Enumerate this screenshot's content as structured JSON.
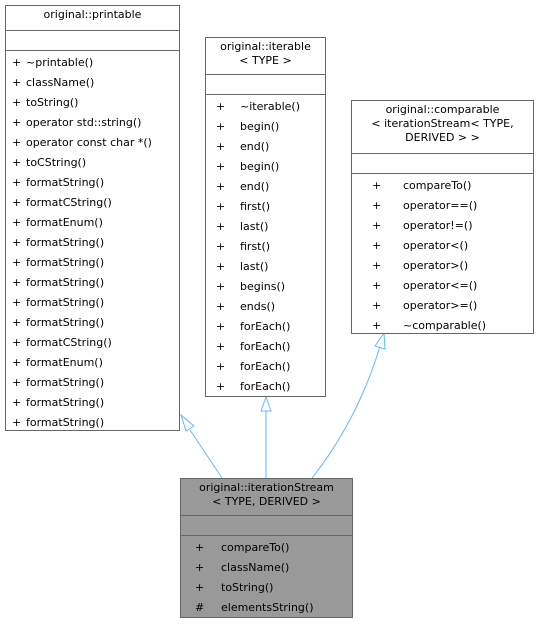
{
  "diagram": {
    "nodes": {
      "printable": {
        "title": [
          "original::printable"
        ],
        "operations": [
          {
            "vis": "+",
            "name": "~printable()"
          },
          {
            "vis": "+",
            "name": "className()"
          },
          {
            "vis": "+",
            "name": "toString()"
          },
          {
            "vis": "+",
            "name": "operator std::string()"
          },
          {
            "vis": "+",
            "name": "operator const char *()"
          },
          {
            "vis": "+",
            "name": "toCString()"
          },
          {
            "vis": "+",
            "name": "formatString()"
          },
          {
            "vis": "+",
            "name": "formatCString()"
          },
          {
            "vis": "+",
            "name": "formatEnum()"
          },
          {
            "vis": "+",
            "name": "formatString()"
          },
          {
            "vis": "+",
            "name": "formatString()"
          },
          {
            "vis": "+",
            "name": "formatString()"
          },
          {
            "vis": "+",
            "name": "formatString()"
          },
          {
            "vis": "+",
            "name": "formatString()"
          },
          {
            "vis": "+",
            "name": "formatCString()"
          },
          {
            "vis": "+",
            "name": "formatEnum()"
          },
          {
            "vis": "+",
            "name": "formatString()"
          },
          {
            "vis": "+",
            "name": "formatString()"
          },
          {
            "vis": "+",
            "name": "formatString()"
          }
        ]
      },
      "iterable": {
        "title": [
          "original::iterable",
          "< TYPE >"
        ],
        "operations": [
          {
            "vis": "+",
            "name": "~iterable()"
          },
          {
            "vis": "+",
            "name": "begin()"
          },
          {
            "vis": "+",
            "name": "end()"
          },
          {
            "vis": "+",
            "name": "begin()"
          },
          {
            "vis": "+",
            "name": "end()"
          },
          {
            "vis": "+",
            "name": "first()"
          },
          {
            "vis": "+",
            "name": "last()"
          },
          {
            "vis": "+",
            "name": "first()"
          },
          {
            "vis": "+",
            "name": "last()"
          },
          {
            "vis": "+",
            "name": "begins()"
          },
          {
            "vis": "+",
            "name": "ends()"
          },
          {
            "vis": "+",
            "name": "forEach()"
          },
          {
            "vis": "+",
            "name": "forEach()"
          },
          {
            "vis": "+",
            "name": "forEach()"
          },
          {
            "vis": "+",
            "name": "forEach()"
          }
        ]
      },
      "comparable": {
        "title": [
          "original::comparable",
          "< iterationStream< TYPE,",
          "DERIVED > >"
        ],
        "operations": [
          {
            "vis": "+",
            "name": "compareTo()"
          },
          {
            "vis": "+",
            "name": "operator==()"
          },
          {
            "vis": "+",
            "name": "operator!=()"
          },
          {
            "vis": "+",
            "name": "operator<()"
          },
          {
            "vis": "+",
            "name": "operator>()"
          },
          {
            "vis": "+",
            "name": "operator<=()"
          },
          {
            "vis": "+",
            "name": "operator>=()"
          },
          {
            "vis": "+",
            "name": "~comparable()"
          }
        ]
      },
      "iterationStream": {
        "title": [
          "original::iterationStream",
          "< TYPE, DERIVED >"
        ],
        "operations": [
          {
            "vis": "+",
            "name": "compareTo()"
          },
          {
            "vis": "+",
            "name": "className()"
          },
          {
            "vis": "+",
            "name": "toString()"
          },
          {
            "vis": "#",
            "name": "elementsString()"
          }
        ]
      }
    },
    "edge_color": "#63b8ff",
    "target_fill": "#999999"
  }
}
